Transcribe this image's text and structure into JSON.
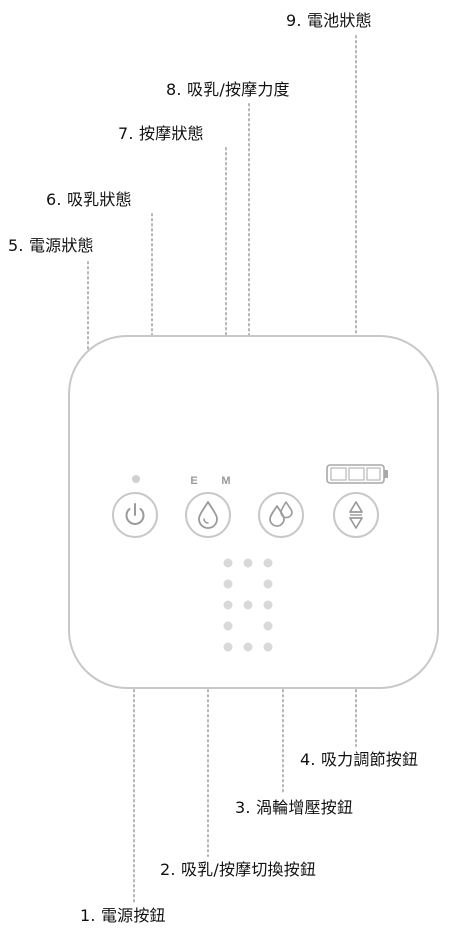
{
  "callouts": {
    "battery_status": "9. 電池狀態",
    "suction_massage_level": "8. 吸乳/按摩力度",
    "massage_status": "7. 按摩狀態",
    "suction_status": "6. 吸乳狀態",
    "power_status": "5. 電源狀態",
    "suction_adjust_button": "4. 吸力調節按鈕",
    "turbo_button": "3. 渦輪增壓按鈕",
    "mode_switch_button": "2. 吸乳/按摩切換按鈕",
    "power_button": "1. 電源按鈕"
  },
  "indicators": {
    "expression_letter": "E",
    "massage_letter": "M"
  },
  "level_dots_rows": 5,
  "level_dots_cols": 3,
  "colors": {
    "device_outline": "#c8c8c8",
    "button_ring": "#c8c8c8",
    "icon_gray": "#9a9a9a",
    "dot_gray": "#d9d9d9",
    "leader_gray": "#b5b5b5",
    "text": "#111111"
  },
  "icons": [
    "power-icon",
    "single-drop-icon",
    "double-drop-icon",
    "up-down-arrows-icon",
    "battery-icon"
  ]
}
